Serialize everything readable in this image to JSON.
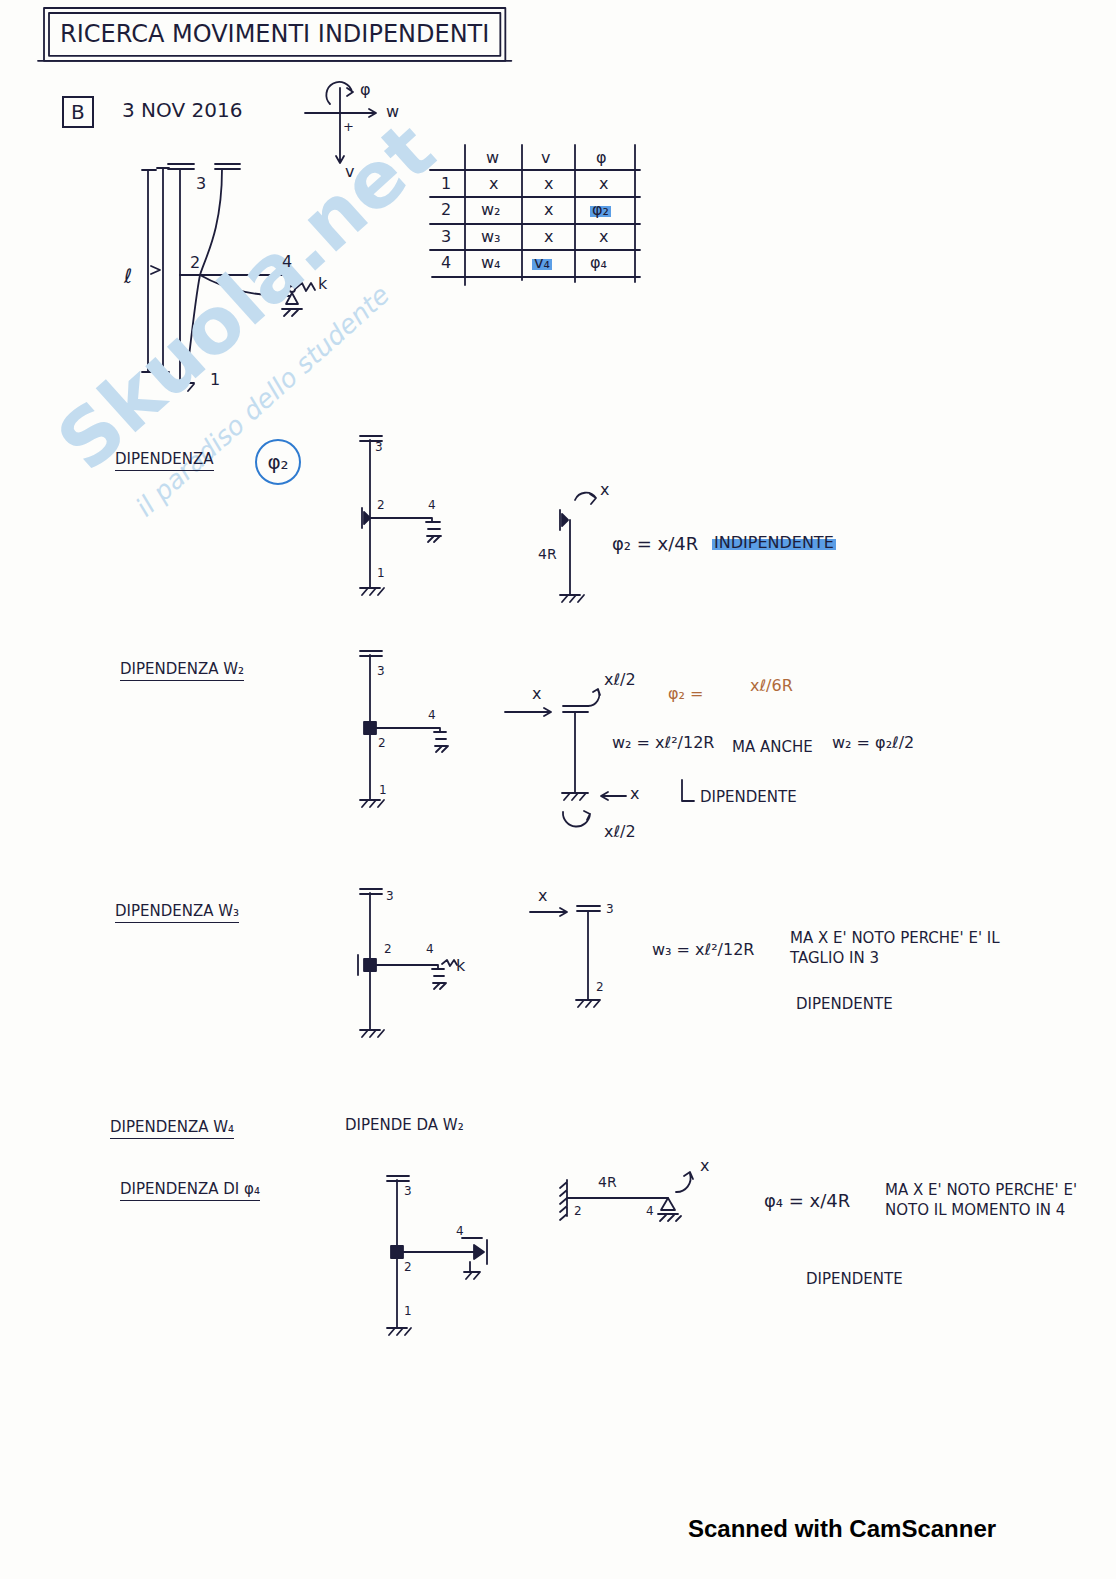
{
  "diagram": {
    "title": "RICERCA MOVIMENTI INDIPENDENTI",
    "nodes": [
      {
        "text": [
          "B"
        ]
      },
      {
        "text": [
          "φ₂"
        ]
      }
    ],
    "labels": [
      "3 NOV 2016",
      "φ",
      "w",
      "+",
      "v",
      "w",
      "v",
      "φ",
      "1",
      "x",
      "x",
      "x",
      "2",
      "w₂",
      "x",
      "φ₂",
      "3",
      "w₃",
      "x",
      "x",
      "4",
      "w₄",
      "v₄",
      "φ₄",
      "3",
      "ℓ",
      "2",
      "4",
      "k",
      "1",
      "DIPENDENZA",
      "3",
      "2",
      "4",
      "1",
      "x",
      "4R",
      "φ₂ = x/4R",
      "INDIPENDENTE",
      "DIPENDENZA W₂",
      "3",
      "4",
      "2",
      "1",
      "x",
      "xℓ/2",
      "φ₂ =",
      "xℓ/6R",
      "w₂ = xℓ²/12R",
      "MA ANCHE",
      "w₂ = φ₂ℓ/2",
      "x",
      "xℓ/2",
      "DIPENDENTE",
      "DIPENDENZA W₃",
      "3",
      "2",
      "4",
      "k",
      "x",
      "3",
      "2",
      "w₃ = xℓ²/12R",
      "MA X E' NOTO PERCHE' E' IL TAGLIO IN 3",
      "DIPENDENTE",
      "DIPENDENZA W₄",
      "DIPENDE DA W₂",
      "DIPENDENZA DI φ₄",
      "3",
      "2",
      "4",
      "1",
      "4R",
      "2",
      "4",
      "x",
      "φ₄ = x/4R",
      "MA X E' NOTO PERCHE' E' NOTO IL MOMENTO IN 4",
      "DIPENDENTE",
      "Scanned with CamScanner",
      "Skuola.net",
      "il paradiso dello studente"
    ]
  }
}
